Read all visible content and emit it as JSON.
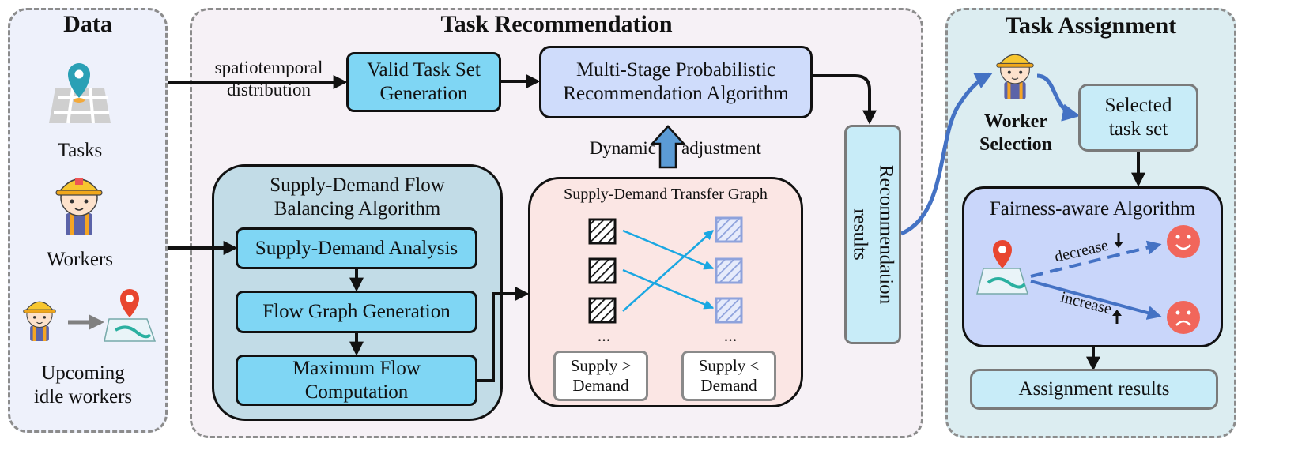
{
  "data_panel": {
    "title": "Data",
    "tasks_label": "Tasks",
    "workers_label": "Workers",
    "idle_label_line1": "Upcoming",
    "idle_label_line2": "idle workers"
  },
  "recommendation_panel": {
    "title": "Task Recommendation",
    "flow_label_line1": "spatiotemporal",
    "flow_label_line2": "distribution",
    "valid_task_line1": "Valid Task Set",
    "valid_task_line2": "Generation",
    "msp_line1": "Multi-Stage Probabilistic",
    "msp_line2": "Recommendation Algorithm",
    "dynamic_label": "Dynamic",
    "adjustment_label": "adjustment",
    "sdfb_title_line1": "Supply-Demand Flow",
    "sdfb_title_line2": "Balancing Algorithm",
    "sd_analysis": "Supply-Demand Analysis",
    "flow_graph": "Flow Graph Generation",
    "max_flow_line1": "Maximum Flow",
    "max_flow_line2": "Computation",
    "transfer_graph_title": "Supply-Demand Transfer Graph",
    "ellipsis_left": "...",
    "ellipsis_right": "...",
    "supply_gt_line1": "Supply >",
    "supply_gt_line2": "Demand",
    "supply_lt_line1": "Supply <",
    "supply_lt_line2": "Demand",
    "recommendation_results": "Recommendation results"
  },
  "assignment_panel": {
    "title": "Task Assignment",
    "worker_selection_line1": "Worker",
    "worker_selection_line2": "Selection",
    "selected_line1": "Selected",
    "selected_line2": "task set",
    "fairness_title": "Fairness-aware Algorithm",
    "decrease_label": "decrease",
    "increase_label": "increase",
    "assignment_results": "Assignment results"
  },
  "colors": {
    "data_bg": "#eef1fb",
    "recommendation_bg": "#f6f1f6",
    "assignment_bg": "#dcedf1",
    "cyan_box": "#7fd6f4",
    "lavender_box": "#cfdcfb",
    "flow_panel": "#c2dce7",
    "transfer_panel": "#fbe6e4",
    "blue_arrow": "#4472c4",
    "edge_cyan": "#1aa7e2"
  },
  "icons": [
    "map-pin-icon",
    "worker-avatar-icon",
    "map-icon",
    "happy-face-icon",
    "sad-face-icon"
  ]
}
